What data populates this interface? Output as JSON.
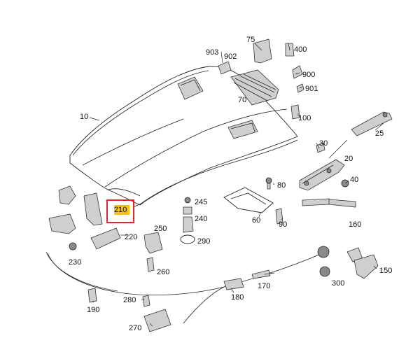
{
  "diagram": {
    "labels": [
      "10",
      "20",
      "25",
      "30",
      "40",
      "60",
      "70",
      "75",
      "80",
      "90",
      "100",
      "150",
      "160",
      "170",
      "180",
      "190",
      "220",
      "230",
      "240",
      "245",
      "250",
      "260",
      "270",
      "280",
      "290",
      "300",
      "400",
      "900",
      "901",
      "902",
      "903"
    ],
    "highlighted_callout": "210"
  }
}
